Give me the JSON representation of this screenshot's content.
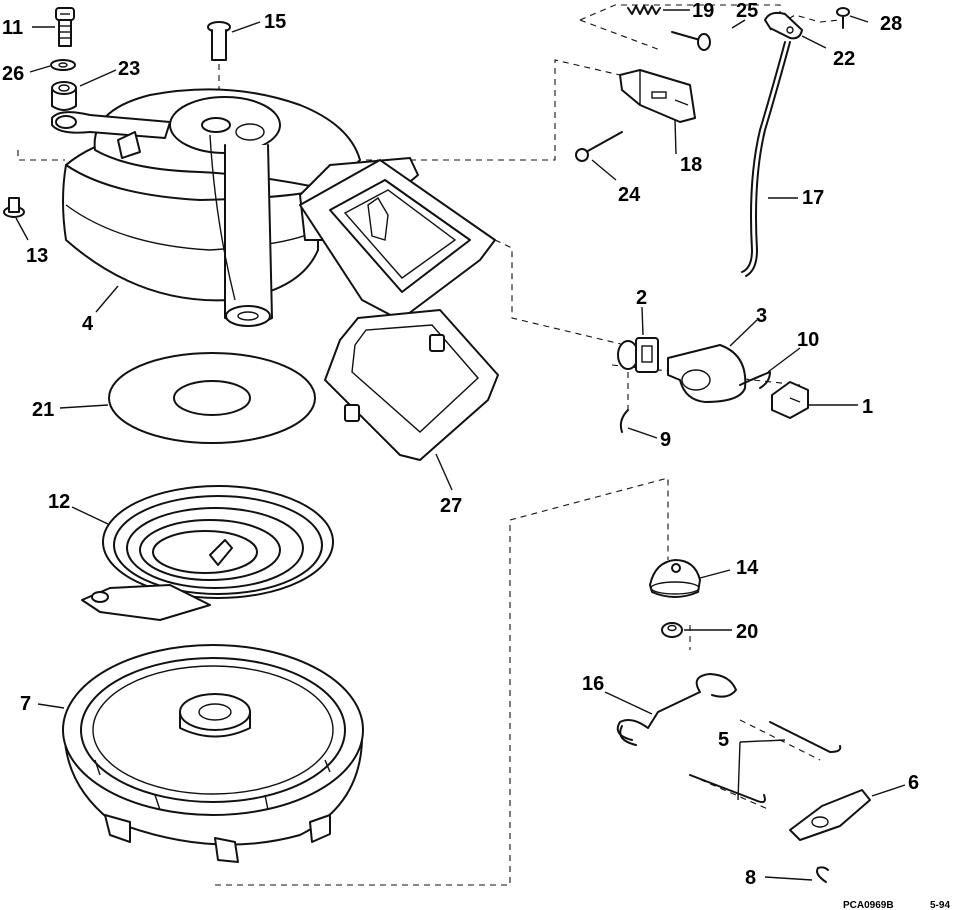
{
  "callouts": {
    "c1": "1",
    "c2": "2",
    "c3": "3",
    "c4": "4",
    "c5": "5",
    "c6": "6",
    "c7": "7",
    "c8": "8",
    "c9": "9",
    "c10": "10",
    "c11": "11",
    "c12": "12",
    "c13": "13",
    "c14": "14",
    "c15": "15",
    "c16": "16",
    "c17": "17",
    "c18": "18",
    "c19": "19",
    "c20": "20",
    "c21": "21",
    "c22": "22",
    "c23": "23",
    "c24": "24",
    "c25": "25",
    "c26": "26",
    "c27": "27",
    "c28": "28"
  },
  "figure_code": "PCA0969B",
  "date_code": "5-94"
}
